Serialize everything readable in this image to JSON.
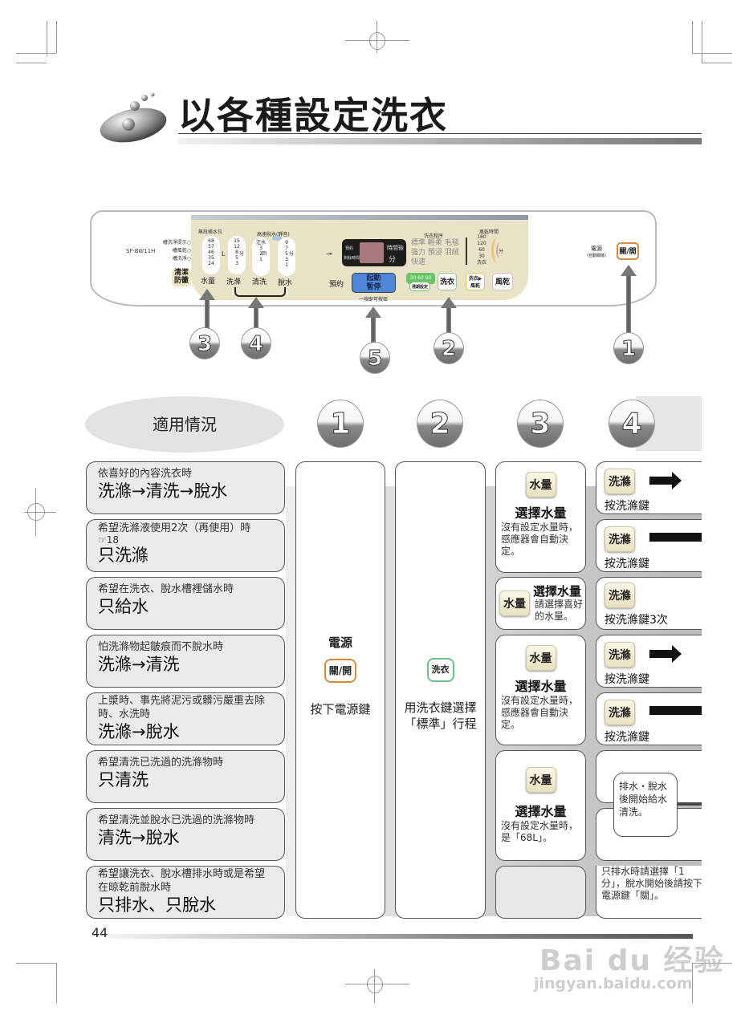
{
  "page": {
    "title": "以各種設定洗衣",
    "page_number": "44"
  },
  "control_panel": {
    "model": "SF-BW11H",
    "indicators": [
      "槽洗淨提示○",
      "槽風乾○",
      "槽洗淨○"
    ],
    "tub_clean_button": [
      "清潔",
      "防黴"
    ],
    "water_level_label": "無段帳水位",
    "water_levels": [
      "68",
      "57",
      "46",
      "35",
      "24"
    ],
    "water_unit": "L",
    "wash_times": [
      "15",
      "12",
      "8",
      "5",
      "3"
    ],
    "wash_unit": "分",
    "rinse_counts": [
      "注水",
      "3",
      "2",
      "1"
    ],
    "rinse_unit": "回",
    "spin_label": "高速脫水(靜音)",
    "spin_times": [
      "9",
      "7",
      "5",
      "3",
      "1"
    ],
    "spin_unit": "分",
    "buttons_bottom": [
      "水量",
      "洗滌",
      "清洗",
      "脫水"
    ],
    "lock_icon": "key-icon",
    "display_left": [
      "預約",
      "剩餘時間"
    ],
    "display_right": [
      "時間後",
      "分"
    ],
    "program_label": "洗衣程序",
    "programs": [
      "標準",
      "輕柔",
      "毛毯",
      "強力",
      "預浸",
      "羽絨",
      "快速"
    ],
    "dry_time_label": "風乾時間",
    "dry_times": [
      "180",
      "120",
      "60",
      "30"
    ],
    "dry_unit": "分",
    "dry_off": "洗衣",
    "reserve_label": "預約",
    "start_button": [
      "起動",
      "暫停"
    ],
    "start_caption": "一按即可按鈕",
    "reserve_times": [
      "30",
      "60",
      "90"
    ],
    "reserve_setting": "週期設定",
    "wash_button": "洗衣",
    "wash_dry_button": [
      "洗衣▶",
      "風乾"
    ],
    "dry_button": "風乾",
    "power_label": "電源",
    "power_sub": "（自動關機）",
    "power_button": "關/開"
  },
  "callouts": [
    "3",
    "4",
    "5",
    "2",
    "1"
  ],
  "table": {
    "situation_header": "適用情況",
    "step_headers": [
      "1",
      "2",
      "3",
      "4"
    ],
    "rows": [
      {
        "sub": "依喜好的內容洗衣時",
        "main": "洗滌→清洗→脫水"
      },
      {
        "sub": "希望洗滌液使用2次（再使用）時",
        "ref": "18",
        "main": "只洗滌"
      },
      {
        "sub": "希望在洗衣、脫水槽裡儲水時",
        "main": "只給水"
      },
      {
        "sub": "怕洗滌物起皺痕而不脫水時",
        "main": "洗滌→清洗"
      },
      {
        "sub": "上漿時、事先將泥污或髒污嚴重去除時、水洗時",
        "main": "洗滌→脫水"
      },
      {
        "sub": "希望清洗已洗過的洗滌物時",
        "main": "只清洗"
      },
      {
        "sub": "希望清洗並脫水已洗過的洗滌物時",
        "main": "清洗→脫水"
      },
      {
        "sub": "希望讓洗衣、脫水槽排水時或是希望在晾乾前脫水時",
        "main": "只排水、只脫水"
      }
    ],
    "step1": {
      "title": "電源",
      "button": "關/開",
      "text": "按下電源鍵"
    },
    "step2": {
      "button": "洗衣",
      "text": "用洗衣鍵選擇「標準」行程"
    },
    "step3": [
      {
        "button": "水量",
        "title": "選擇水量",
        "text": "沒有設定水量時，感應器會自動決定。"
      },
      {
        "button": "水量",
        "title": "選擇水量",
        "text": "請選擇喜好的水量。"
      },
      {
        "button": "水量",
        "title": "選擇水量",
        "text": "沒有設定水量時，感應器會自動決定。"
      },
      {
        "button": "水量",
        "title": "選擇水量",
        "text": "沒有設定水量時，是「68L」。"
      }
    ],
    "step4": [
      {
        "button": "洗滌",
        "label": "按洗滌鍵",
        "arrow": "short"
      },
      {
        "button": "洗滌",
        "label": "按洗滌鍵",
        "arrow": "long"
      },
      {
        "button": "洗滌",
        "label": "按洗滌鍵3次",
        "arrow": "none"
      },
      {
        "button": "洗滌",
        "label": "按洗滌鍵",
        "arrow": "short"
      },
      {
        "button": "洗滌",
        "label": "按洗滌鍵",
        "arrow": "long"
      }
    ],
    "step4_note": "排水・脫水後開始給水清洗。",
    "step4_last": "只排水時請選擇「1分」，脫水開始後請按下電源鍵「關」。"
  },
  "watermark": {
    "brand": "Bai du 经验",
    "url": "jingyan.baidu.com"
  },
  "colors": {
    "panel_bg": "#e9e3c8",
    "start_button": "#4f87d6",
    "power_border": "#d98a3a",
    "wash_border": "#6fbf8a",
    "reserve_green": "#6cc46a"
  }
}
